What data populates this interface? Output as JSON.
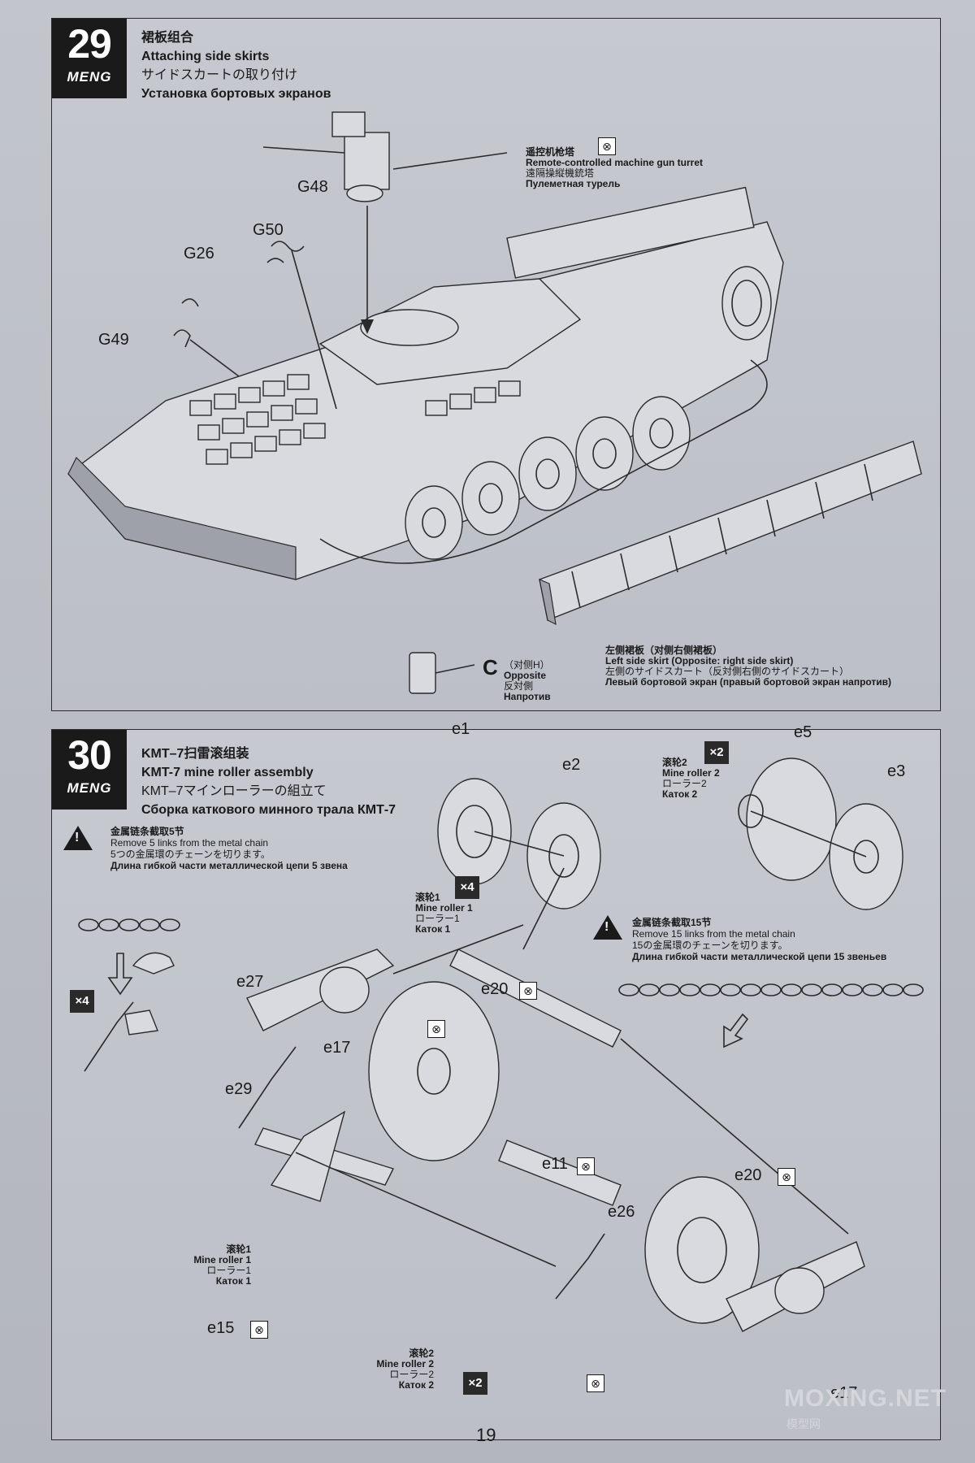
{
  "page_number": "19",
  "watermark": {
    "main": "MOXING.NET",
    "sub": "模型网"
  },
  "step29": {
    "number": "29",
    "brand": "MENG",
    "title_zh": "裙板组合",
    "title_en": "Attaching side skirts",
    "title_jp": "サイドスカートの取り付け",
    "title_ru": "Установка бортовых экранов",
    "parts": [
      "G48",
      "G50",
      "G26",
      "G49"
    ],
    "turret_note": {
      "zh": "遥控机枪塔",
      "en": "Remote-controlled machine gun turret",
      "tw": "遠隔操縦機銃塔",
      "ru": "Пулеметная турель"
    },
    "skirt_note": {
      "zh": "左侧裙板（对侧右侧裙板）",
      "en": "Left side skirt (Opposite: right side skirt)",
      "jp": "左側のサイドスカート（反対側右側のサイドスカート）",
      "ru": "Левый бортовой экран (правый бортовой экран напротив)"
    },
    "opposite_note": {
      "letter": "C",
      "zh": "（对侧H）",
      "en": "Opposite",
      "jp": "反対側",
      "ru": "Напротив"
    }
  },
  "step30": {
    "number": "30",
    "brand": "MENG",
    "title_zh": "KMT–7扫雷滚组装",
    "title_en": "KMT-7 mine roller assembly",
    "title_jp": "KMT–7マインローラーの組立て",
    "title_ru": "Сборка каткового минного трала КМТ-7",
    "warning_5": {
      "zh": "金属链条截取5节",
      "en": "Remove 5 links from the metal chain",
      "jp": "5つの金属環のチェーンを切ります。",
      "ru": "Длина гибкой части металлической цепи 5 звена"
    },
    "warning_15": {
      "zh": "金属链条截取15节",
      "en": "Remove 15 links from the metal chain",
      "jp": "15の金属環のチェーンを切ります。",
      "ru": "Длина гибкой части металлической цепи 15 звеньев"
    },
    "roller1": {
      "zh": "滚轮1",
      "en": "Mine roller 1",
      "jp": "ローラー1",
      "ru": "Каток 1"
    },
    "roller2": {
      "zh": "滚轮2",
      "en": "Mine roller 2",
      "jp": "ローラー2",
      "ru": "Каток 2"
    },
    "qty": {
      "x4a": "×4",
      "x2a": "×2",
      "x4b": "×4",
      "x2b": "×2"
    },
    "parts": {
      "e1": "e1",
      "e2": "e2",
      "e3": "e3",
      "e5": "e5",
      "e27": "e27",
      "e29": "e29",
      "e20a": "e20",
      "e20b": "e20",
      "e17a": "e17",
      "e17b": "e17",
      "e11": "e11",
      "e26": "e26",
      "e15": "e15"
    }
  }
}
